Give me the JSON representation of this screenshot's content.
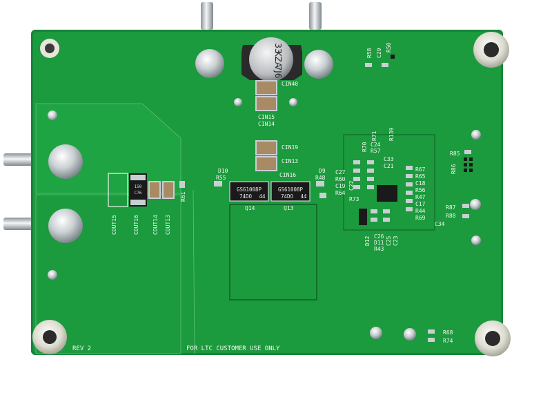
{
  "board": {
    "rev": "REV 2",
    "footer": "FOR LTC CUSTOMER USE ONLY"
  },
  "cap": {
    "line1": "33",
    "line2": "KZA",
    "line3": "7J6"
  },
  "chips": {
    "q14_line1": "GS61008P",
    "q14_line2": "74DO",
    "q13_line1": "GS61008P",
    "q13_line2": "74DO",
    "mark": "44",
    "cout_l1": "150",
    "cout_l2": "C76"
  },
  "labels": {
    "cin40": "CIN40",
    "cin15": "CIN15",
    "cin14": "CIN14",
    "cin19": "CIN19",
    "cin13": "CIN13",
    "cin16": "CIN16",
    "r58": "R58",
    "c29": "C29",
    "r50": "R50",
    "d10": "D10",
    "r55": "R55",
    "q14": "Q14",
    "q13": "Q13",
    "d9": "D9",
    "r48": "R48",
    "r61": "R61",
    "cout15": "COUT15",
    "cout16": "COUT16",
    "cout14": "COUT14",
    "cout13": "COUT13",
    "r70": "R70",
    "c24": "C24",
    "r57": "R57",
    "r71": "R71",
    "r139": "R139",
    "c33": "C33",
    "c21": "C21",
    "c27": "C27",
    "r60": "R60",
    "c19": "C19",
    "r64": "R64",
    "c22": "C22",
    "r73": "R73",
    "r67": "R67",
    "r65": "R65",
    "c18": "C18",
    "r56": "R56",
    "r47": "R47",
    "c17": "C17",
    "r44": "R44",
    "r69": "R69",
    "d12": "D12",
    "c26": "C26",
    "d11": "D11",
    "r43": "R43",
    "c25": "C25",
    "c23": "C23",
    "r85": "R85",
    "r86": "R86",
    "r87": "R87",
    "r88": "R88",
    "c34": "C34",
    "r68": "R68",
    "r74": "R74"
  },
  "colors": {
    "pcb": "#1c9a3e",
    "pcb_edge": "#17853a",
    "copper_pour": "#1fa444",
    "silkscreen": "#f4f6f2",
    "pad": "#c9cfd2"
  }
}
